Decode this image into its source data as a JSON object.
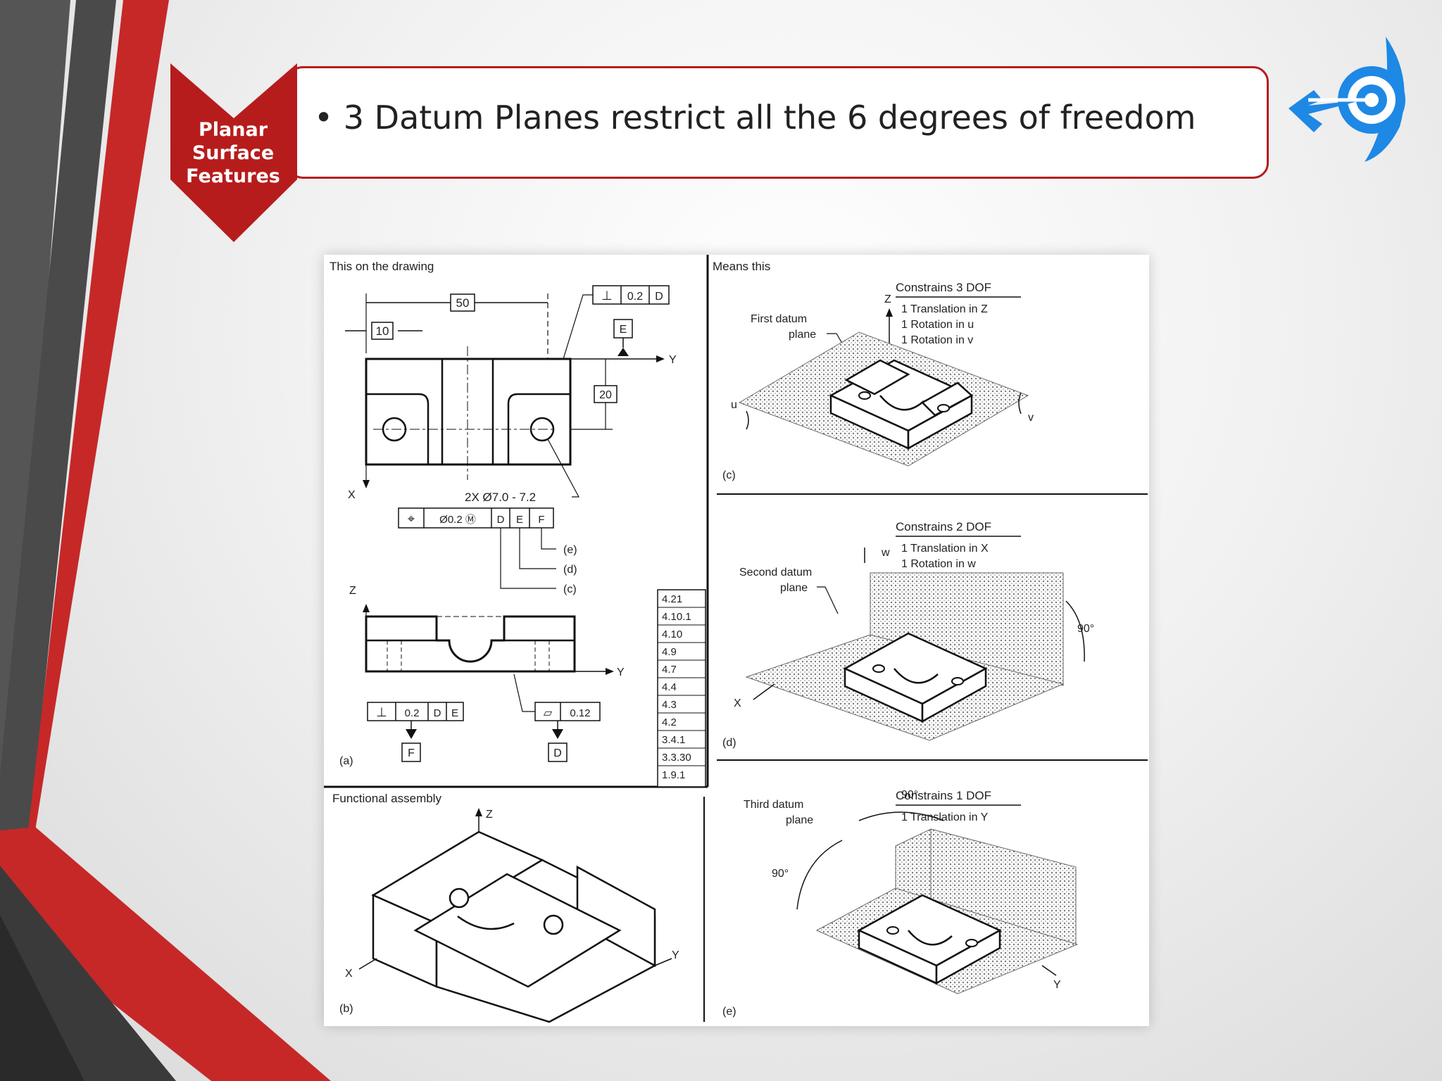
{
  "slide": {
    "tag_label": "Planar Surface Features",
    "bullet": "3 Datum Planes restrict all the 6 degrees of freedom",
    "icon": "target-arrow-icon",
    "colors": {
      "accent_red": "#b71c1c",
      "dark_gray": "#4a4a4a",
      "icon_blue": "#1e88e5"
    }
  },
  "figure": {
    "panel_a": {
      "header": "This on the drawing",
      "label": "(a)",
      "dim_50": "50",
      "dim_10": "10",
      "dim_20": "20",
      "perp_frame": [
        "⊥",
        "0.2",
        "D"
      ],
      "datum_e": "E",
      "axis_y": "Y",
      "axis_x": "X",
      "axis_z": "Z",
      "hole_note": "2X Ø7.0 - 7.2",
      "position_frame": [
        "⌖",
        "Ø0.2 Ⓜ",
        "D",
        "E",
        "F"
      ],
      "refs": [
        "(e)",
        "(d)",
        "(c)"
      ],
      "bottom_frame_left": [
        "⊥",
        "0.2",
        "D",
        "E"
      ],
      "datum_f": "F",
      "flatness_frame": [
        "⏥",
        "0.12"
      ],
      "datum_d": "D",
      "sections": [
        "4.21",
        "4.10.1",
        "4.10",
        "4.9",
        "4.7",
        "4.4",
        "4.3",
        "4.2",
        "3.4.1",
        "3.3.30",
        "1.9.1"
      ]
    },
    "panel_b": {
      "header": "Functional assembly",
      "label": "(b)",
      "axis_z": "Z",
      "axis_x": "X",
      "axis_y": "Y"
    },
    "panel_c": {
      "header": "Means this",
      "label": "(c)",
      "plane": [
        "First datum",
        "plane"
      ],
      "constraint_title": "Constrains 3 DOF",
      "constraints": [
        "1 Translation in Z",
        "1 Rotation in u",
        "1 Rotation in v"
      ],
      "axis_z": "Z",
      "axis_u": "u",
      "axis_v": "v"
    },
    "panel_d": {
      "label": "(d)",
      "plane": [
        "Second datum",
        "plane"
      ],
      "constraint_title": "Constrains 2 DOF",
      "constraints": [
        "1 Translation in X",
        "1 Rotation in w"
      ],
      "axis_w": "w",
      "axis_x": "X",
      "angle": "90°"
    },
    "panel_e": {
      "label": "(e)",
      "plane": [
        "Third datum",
        "plane"
      ],
      "constraint_title": "Constrains 1 DOF",
      "constraints": [
        "1 Translation in Y"
      ],
      "axis_y": "Y",
      "angle_top": "90°",
      "angle_left": "90°"
    }
  }
}
